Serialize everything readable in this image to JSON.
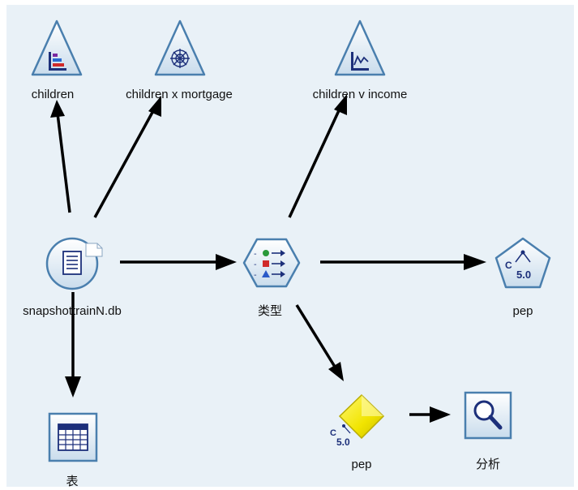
{
  "canvas": {
    "background": "#e9f1f7",
    "border_color": "#ffffff"
  },
  "nodes": {
    "children": {
      "label": "children",
      "icon": "histogram-triangle-icon",
      "color": "#cfe2f3"
    },
    "children_x_mortgage": {
      "label": "children x mortgage",
      "icon": "web-graph-triangle-icon",
      "color": "#cfe2f3"
    },
    "children_v_income": {
      "label": "children v income",
      "icon": "plot-triangle-icon",
      "color": "#cfe2f3"
    },
    "source": {
      "label": "snapshottrainN.db",
      "icon": "database-source-circle-icon",
      "color": "#cfe2f3"
    },
    "type": {
      "label": "类型",
      "icon": "type-hexagon-icon",
      "color": "#cfe2f3"
    },
    "pep_model": {
      "label": "pep",
      "icon": "c50-pentagon-icon",
      "color": "#cfe2f3"
    },
    "table": {
      "label": "表",
      "icon": "table-square-icon",
      "color": "#cfe2f3"
    },
    "pep_nugget": {
      "label": "pep",
      "icon": "c50-nugget-diamond-icon",
      "color": "#f4ea00"
    },
    "analysis": {
      "label": "分析",
      "icon": "magnifier-square-icon",
      "color": "#cfe2f3"
    }
  },
  "edges": [
    {
      "from": "source",
      "to": "children"
    },
    {
      "from": "source",
      "to": "children_x_mortgage"
    },
    {
      "from": "source",
      "to": "type"
    },
    {
      "from": "source",
      "to": "table"
    },
    {
      "from": "type",
      "to": "children_v_income"
    },
    {
      "from": "type",
      "to": "pep_model"
    },
    {
      "from": "type",
      "to": "pep_nugget"
    },
    {
      "from": "pep_nugget",
      "to": "analysis"
    }
  ]
}
